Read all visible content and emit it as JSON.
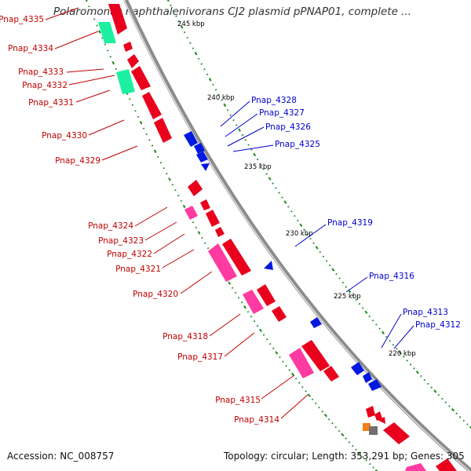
{
  "title": "Polaromonas naphthalenivorans CJ2 plasmid pPNAP01, complete ...",
  "accession": "Accession: NC_008757",
  "topology": "Topology: circular; Length: 353,291 bp; Genes: 305",
  "colors": {
    "backbone": "#8c8c8c",
    "backbone_highlight": "#e0e0e0",
    "red": "#e8001c",
    "pink": "#ff3aa0",
    "teal": "#1cf0a0",
    "blue": "#0018e0",
    "orange": "#f08018",
    "grey": "#707070",
    "dot": "#1a8a1a",
    "label_red": "#c00000",
    "label_blue": "#0000cc"
  },
  "scale_labels": [
    "245 kbp",
    "240 kbp",
    "235 kbp",
    "230 kbp",
    "225 kbp",
    "220 kbp"
  ],
  "labels_left": [
    "Pnap_4335",
    "Pnap_4334",
    "Pnap_4333",
    "Pnap_4332",
    "Pnap_4331",
    "Pnap_4330",
    "Pnap_4329",
    "Pnap_4324",
    "Pnap_4323",
    "Pnap_4322",
    "Pnap_4321",
    "Pnap_4320",
    "Pnap_4318",
    "Pnap_4317",
    "Pnap_4315",
    "Pnap_4314"
  ],
  "labels_right": [
    "Pnap_4328",
    "Pnap_4327",
    "Pnap_4326",
    "Pnap_4325",
    "Pnap_4319",
    "Pnap_4316",
    "Pnap_4313",
    "Pnap_4312"
  ]
}
